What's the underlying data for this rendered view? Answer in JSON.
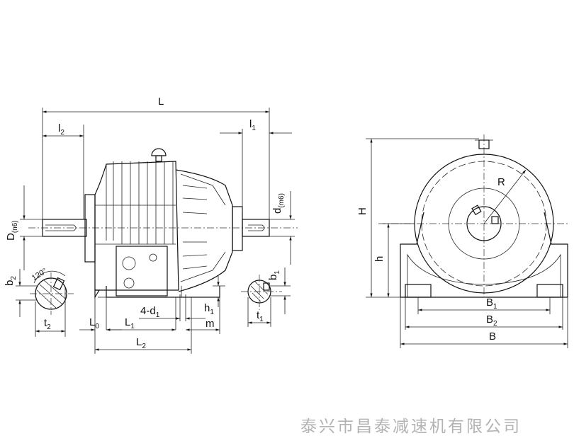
{
  "caption": "泰兴市昌泰减速机有限公司",
  "labels": {
    "L": "L",
    "l2_main": "l",
    "l2_sub": "2",
    "l1_main": "l",
    "l1_sub": "1",
    "D_main": "D",
    "D_sub": "(n6)",
    "d_main": "d",
    "d_sub": "(m6)",
    "b2_main": "b",
    "b2_sub": "2",
    "b1_main": "b",
    "b1_sub": "1",
    "t2_main": "t",
    "t2_sub": "2",
    "t1_main": "t",
    "t1_sub": "1",
    "angle": "120°",
    "L0_main": "L",
    "L0_sub": "0",
    "L1_main": "L",
    "L1_sub": "1",
    "L2_main": "L",
    "L2_sub": "2",
    "hole_main": "4-d",
    "hole_sub": "1",
    "h1_main": "h",
    "h1_sub": "1",
    "m": "m",
    "H": "H",
    "h": "h",
    "R": "R",
    "B1_main": "B",
    "B1_sub": "1",
    "B2_main": "B",
    "B2_sub": "2",
    "B": "B"
  }
}
